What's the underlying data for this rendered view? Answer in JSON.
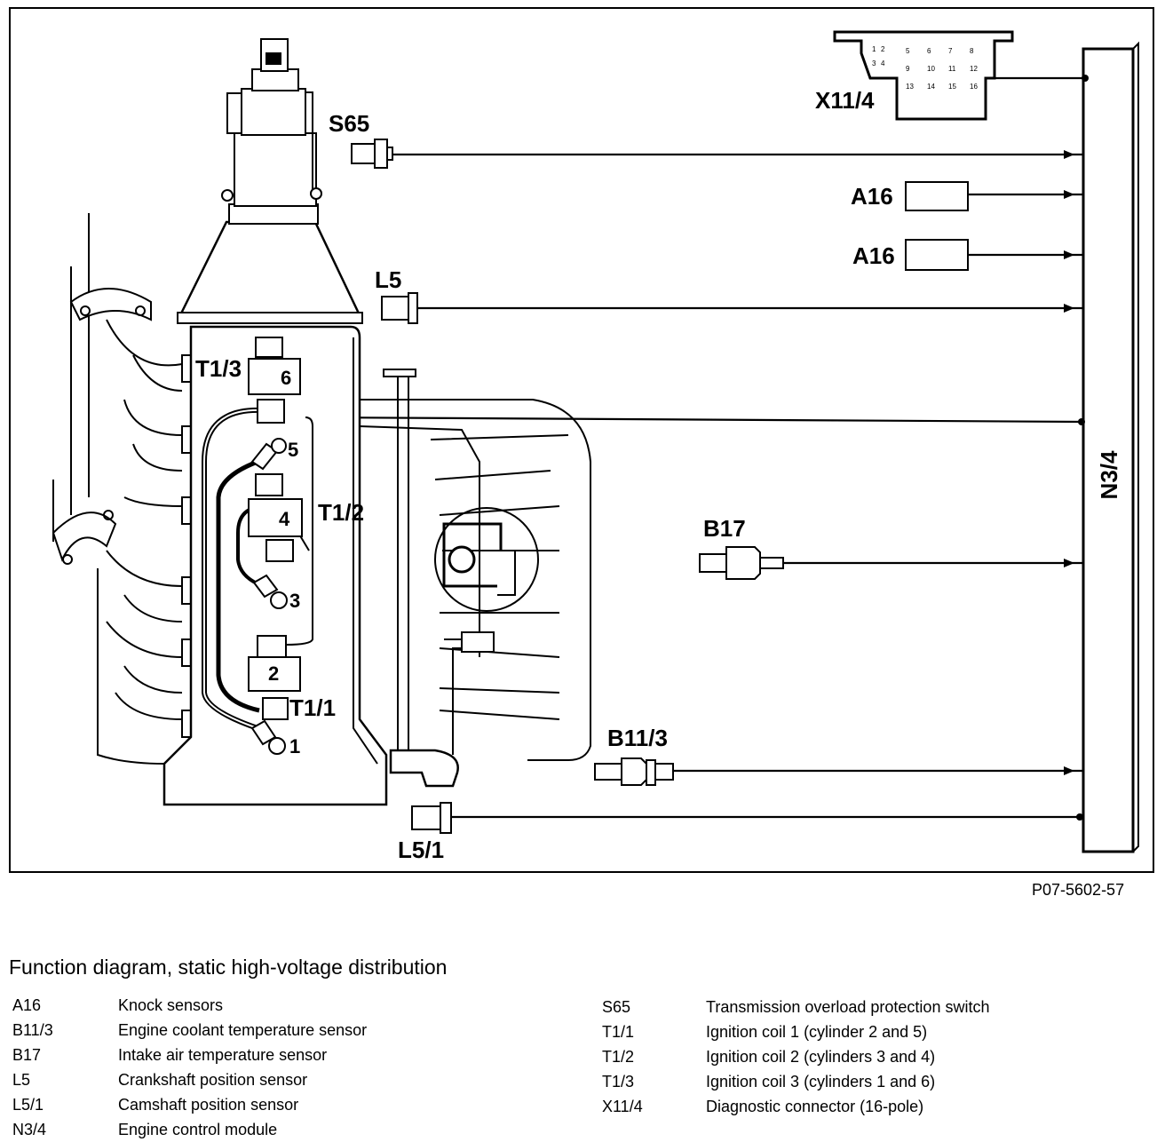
{
  "diagram": {
    "labels": {
      "x11_4": "X11/4",
      "s65": "S65",
      "a16_top": "A16",
      "a16_bottom": "A16",
      "l5": "L5",
      "l5_1": "L5/1",
      "n3_4": "N3/4",
      "b17": "B17",
      "b11_3": "B11/3",
      "t1_1": "T1/1",
      "t1_2": "T1/2",
      "t1_3": "T1/3"
    },
    "cylinders": {
      "c1": "1",
      "c2": "2",
      "c3": "3",
      "c4": "4",
      "c5": "5",
      "c6": "6"
    },
    "figure_ref": "P07-5602-57",
    "connector_pins": [
      "1",
      "2",
      "3",
      "4",
      "5",
      "6",
      "7",
      "8",
      "9",
      "10",
      "11",
      "12",
      "13",
      "14",
      "15",
      "16"
    ]
  },
  "caption": "Function diagram, static high-voltage distribution",
  "legend_left": [
    {
      "code": "A16",
      "desc": "Knock sensors"
    },
    {
      "code": "B11/3",
      "desc": "Engine coolant temperature sensor"
    },
    {
      "code": "B17",
      "desc": "Intake air temperature sensor"
    },
    {
      "code": "L5",
      "desc": "Crankshaft position sensor"
    },
    {
      "code": "L5/1",
      "desc": "Camshaft position sensor"
    },
    {
      "code": "N3/4",
      "desc": "Engine control module"
    }
  ],
  "legend_right": [
    {
      "code": "S65",
      "desc": "Transmission overload protection switch"
    },
    {
      "code": "T1/1",
      "desc": "Ignition coil 1 (cylinder 2 and 5)"
    },
    {
      "code": "T1/2",
      "desc": "Ignition coil 2 (cylinders 3 and 4)"
    },
    {
      "code": "T1/3",
      "desc": "Ignition coil 3 (cylinders 1 and 6)"
    },
    {
      "code": "X11/4",
      "desc": "Diagnostic connector (16-pole)"
    }
  ]
}
